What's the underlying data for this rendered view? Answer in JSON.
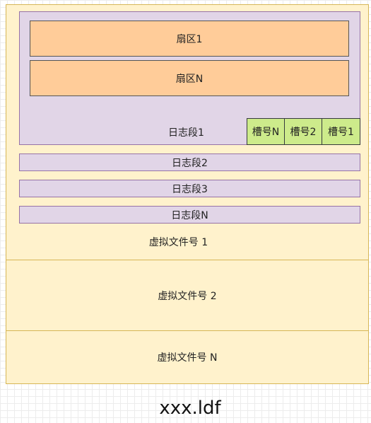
{
  "diagram": {
    "virtual_files": [
      {
        "label": "虚拟文件号 1"
      },
      {
        "label": "虚拟文件号 2"
      },
      {
        "label": "虚拟文件号 N"
      }
    ],
    "log_segments": [
      {
        "label": "日志段1"
      },
      {
        "label": "日志段2"
      },
      {
        "label": "日志段3"
      },
      {
        "label": "日志段N"
      }
    ],
    "sectors": [
      {
        "label": "扇区1"
      },
      {
        "label": "扇区N"
      }
    ],
    "slots": [
      {
        "label": "槽号N"
      },
      {
        "label": "槽号2"
      },
      {
        "label": "槽号1"
      }
    ],
    "file_name": "xxx.ldf",
    "colors": {
      "virtual_file_fill": "#fff2cc",
      "virtual_file_border": "#d6b656",
      "log_segment_fill": "#e1d5e7",
      "log_segment_border": "#9673a6",
      "sector_fill": "#ffcc99",
      "slot_fill": "#cdeb8b"
    }
  }
}
